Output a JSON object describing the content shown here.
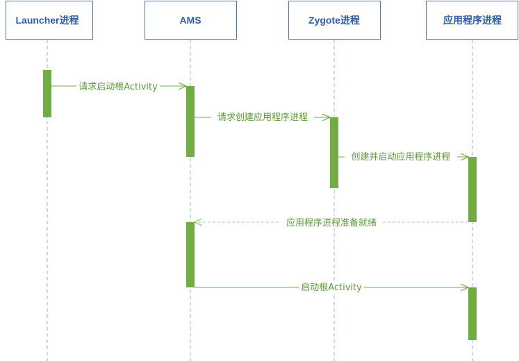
{
  "participants": [
    {
      "id": "launcher",
      "label": "Launcher进程"
    },
    {
      "id": "ams",
      "label": "AMS"
    },
    {
      "id": "zygote",
      "label": "Zygote进程"
    },
    {
      "id": "app",
      "label": "应用程序进程"
    }
  ],
  "messages": [
    {
      "from": "launcher",
      "to": "ams",
      "label": "请求启动根Activity",
      "style": "solid"
    },
    {
      "from": "ams",
      "to": "zygote",
      "label": "请求创建应用程序进程",
      "style": "solid"
    },
    {
      "from": "zygote",
      "to": "app",
      "label": "创建并启动应用程序进程",
      "style": "solid"
    },
    {
      "from": "app",
      "to": "ams",
      "label": "应用程序进程准备就绪",
      "style": "dashed"
    },
    {
      "from": "ams",
      "to": "app",
      "label": "启动根Activity",
      "style": "solid"
    }
  ],
  "colors": {
    "lifeline_border": "#4a74b8",
    "lifeline_text": "#2f5ea8",
    "activation": "#72ad43",
    "message": "#72ad43"
  }
}
